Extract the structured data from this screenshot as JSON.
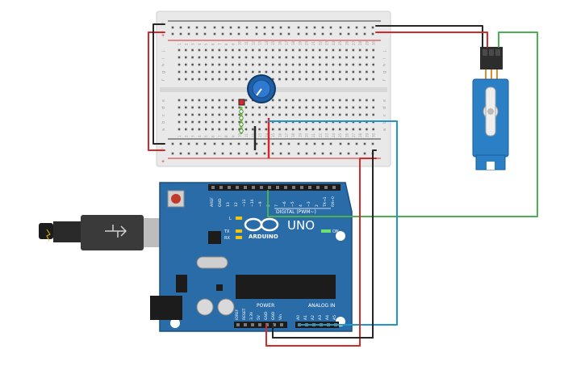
{
  "breadboard": {
    "columns": [
      "1",
      "2",
      "3",
      "4",
      "5",
      "6",
      "7",
      "8",
      "9",
      "10",
      "11",
      "12",
      "13",
      "14",
      "15",
      "16",
      "17",
      "18",
      "19",
      "20",
      "21",
      "22",
      "23",
      "24",
      "25",
      "26",
      "27",
      "28",
      "29",
      "30"
    ],
    "rows_top": [
      "j",
      "i",
      "h",
      "g",
      "f"
    ],
    "rows_bottom": [
      "e",
      "d",
      "c",
      "b",
      "a"
    ],
    "rail_plus": "+",
    "rail_minus": "-"
  },
  "arduino": {
    "logo_text": "ARDUINO",
    "model": "UNO",
    "digital_label": "DIGITAL (PWM~)",
    "power_label": "POWER",
    "analog_label": "ANALOG IN",
    "on_label": "ON",
    "led_labels": [
      "L",
      "TX",
      "RX"
    ],
    "header_top_pins": [
      "AREF",
      "GND",
      "13",
      "12",
      "~11",
      "~10",
      "~9",
      "8",
      "7",
      "~6",
      "~5",
      "4",
      "~3",
      "2",
      "TX→1",
      "RX←0"
    ],
    "power_pins": [
      "IOREF",
      "RESET",
      "3.3V",
      "5V",
      "GND",
      "GND",
      "Vin"
    ],
    "analog_pins": [
      "A0",
      "A1",
      "A2",
      "A3",
      "A4",
      "A5"
    ]
  },
  "colors": {
    "board": "#2a6ca8",
    "breadboard": "#e9e9e9",
    "wire_red": "#d42a2a",
    "wire_black": "#262626",
    "wire_green": "#4caf50",
    "wire_blue": "#2196c9",
    "servo": "#2b7fc4",
    "pot": "#1f5fa5"
  }
}
